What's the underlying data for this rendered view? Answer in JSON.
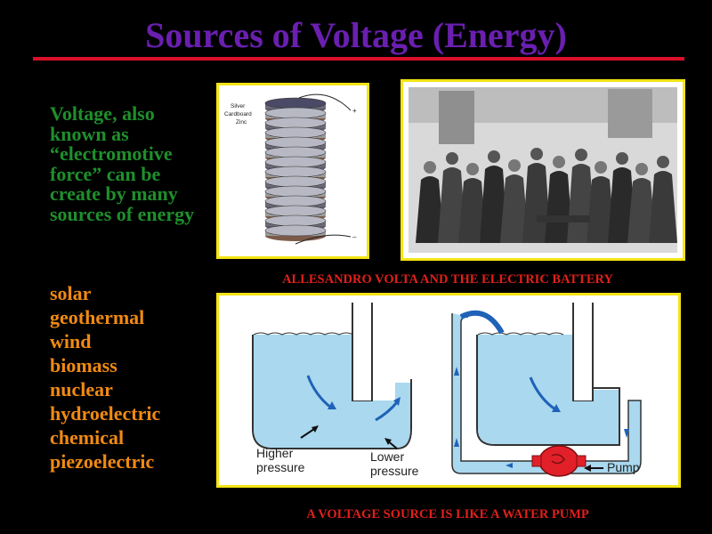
{
  "title": "Sources of Voltage (Energy)",
  "intro": "Voltage, also known as “electromotive force” can be create by many sources of energy",
  "sources": [
    "solar",
    "geothermal",
    "wind",
    "biomass",
    "nuclear",
    "hydroelectric",
    "chemical",
    "piezoelectric"
  ],
  "battery_labels": {
    "silver": "Silver",
    "cardboard": "Cardboard",
    "zinc": "Zinc",
    "plus": "+",
    "minus": "–"
  },
  "caption_volta": "ALLESANDRO VOLTA AND THE ELECTRIC BATTERY",
  "water_labels": {
    "higher": "Higher",
    "higher2": "pressure",
    "lower": "Lower",
    "lower2": "pressure",
    "pump": "Pump"
  },
  "caption_pump": "A VOLTAGE SOURCE IS LIKE A WATER PUMP",
  "colors": {
    "title": "#6a1fb0",
    "rule": "#d8102a",
    "intro": "#1f8f2c",
    "sources": "#f08a12",
    "caption": "#e0201a",
    "frame": "#f3e414",
    "water": "#a9d8ef",
    "pump": "#e2202a"
  }
}
